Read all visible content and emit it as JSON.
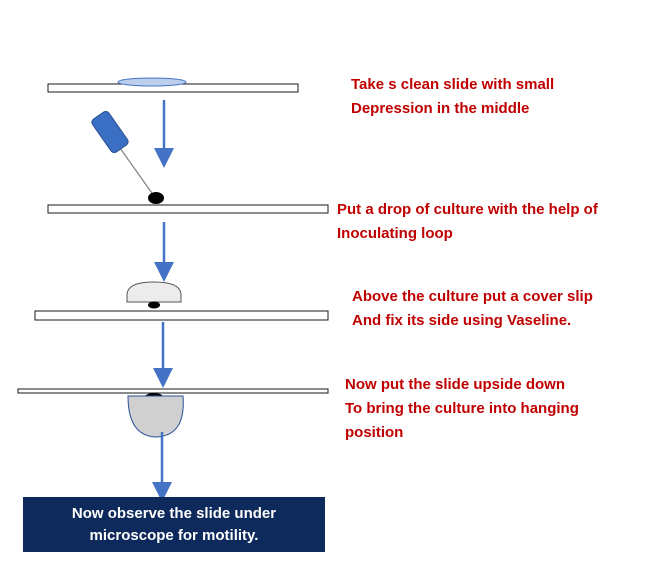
{
  "steps": [
    {
      "lines": [
        "Take s clean slide with small",
        "Depression in the middle"
      ]
    },
    {
      "lines": [
        "Put a drop of culture with the help of",
        "Inoculating loop"
      ]
    },
    {
      "lines": [
        "Above the culture put a cover slip",
        "And fix its side using Vaseline."
      ]
    },
    {
      "lines": [
        "Now put the slide upside down",
        "To bring the culture into hanging",
        "position"
      ]
    }
  ],
  "final_box": {
    "lines": [
      "Now observe the slide under",
      "microscope for motility."
    ]
  },
  "colors": {
    "step_text": "#c00000",
    "arrow": "#4472c4",
    "final_box_bg": "#0e2a5c",
    "final_box_text": "#ffffff",
    "loop_cylinder": "#3b6fc4",
    "cover_slip_fill": "#ececec",
    "hanging_drop_fill": "#d0d0d0",
    "depression_fill": "#bcd0ee",
    "culture_drop": "#000000"
  },
  "icons": [
    "glass-slide",
    "depression",
    "inoculating-loop",
    "culture-drop",
    "cover-slip",
    "hanging-drop",
    "down-arrow"
  ]
}
